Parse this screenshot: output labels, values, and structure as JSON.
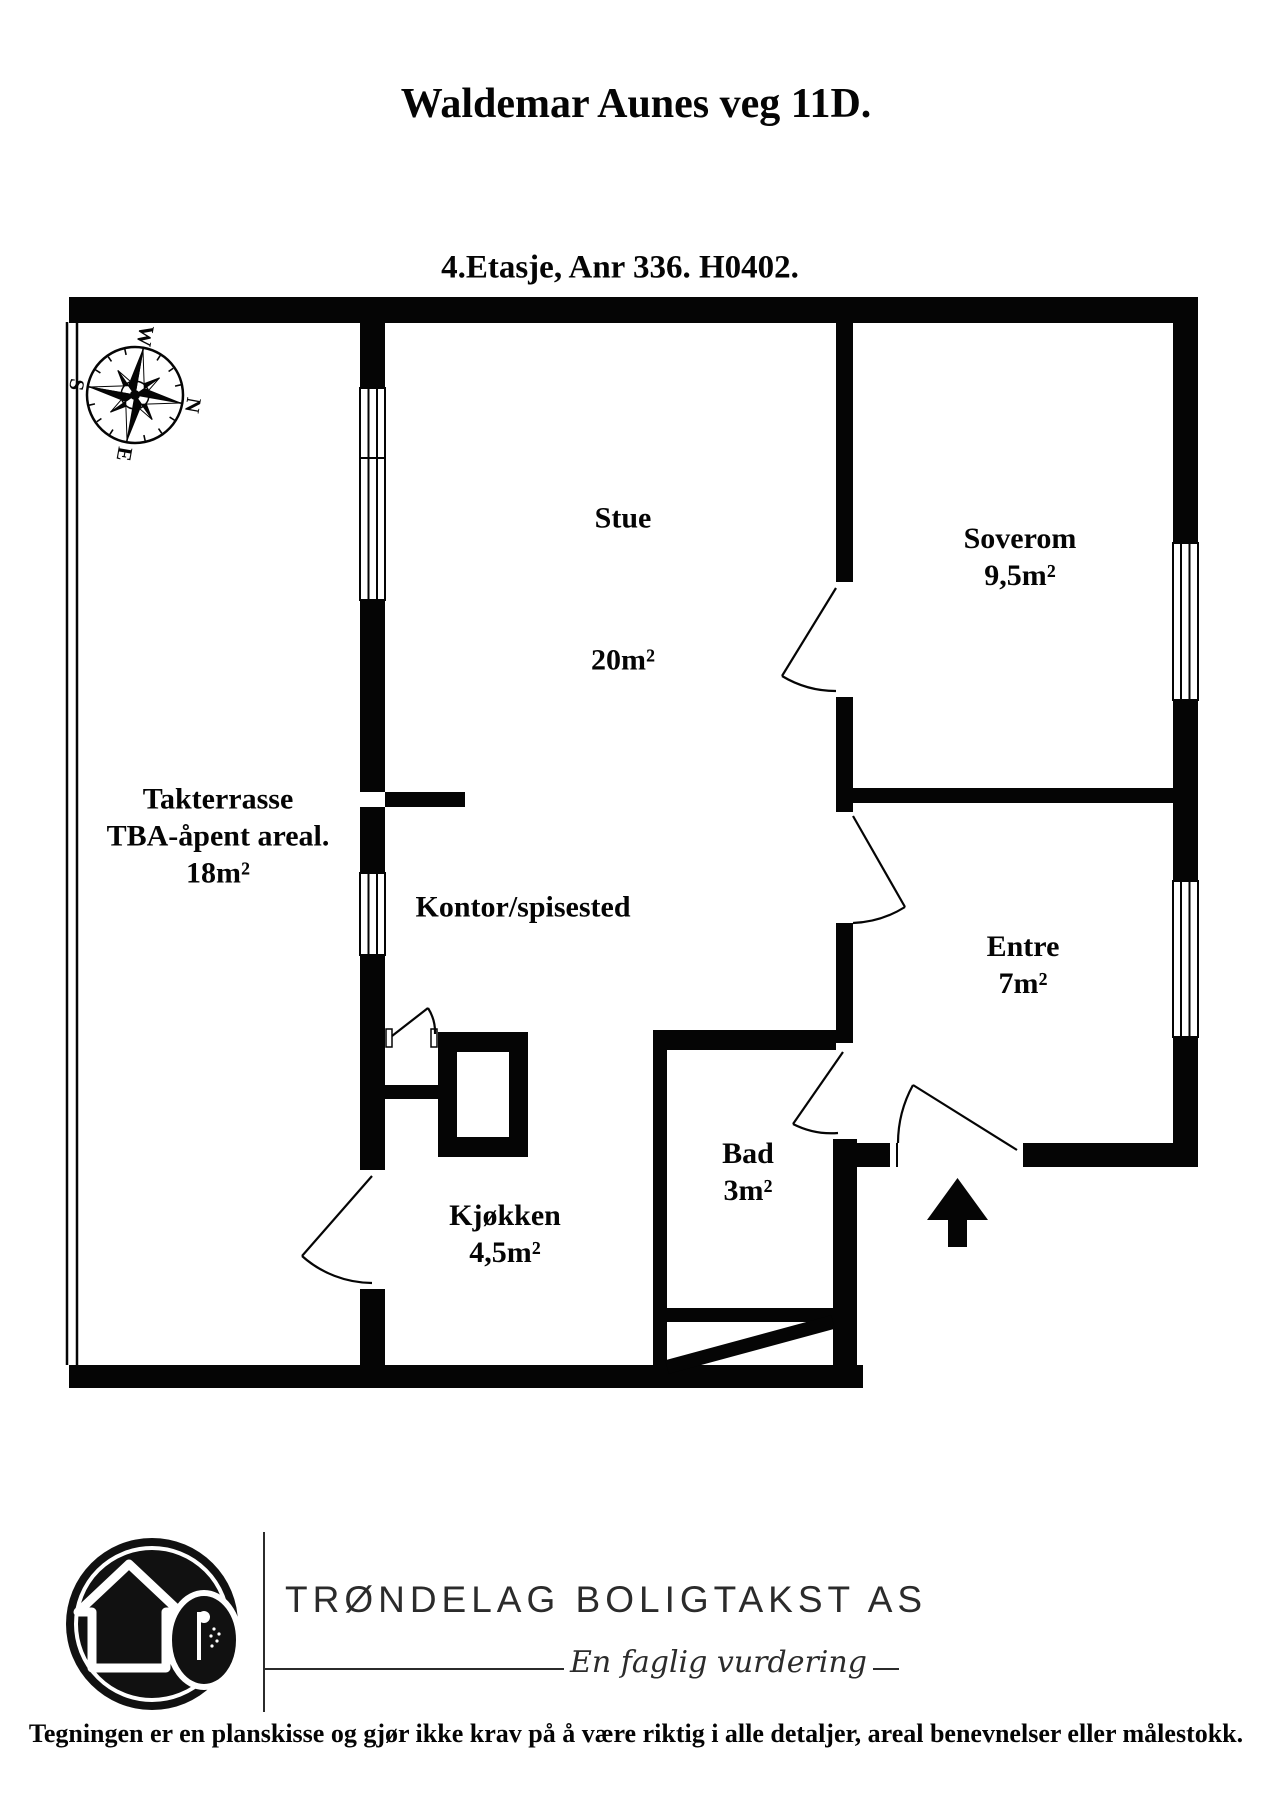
{
  "header": {
    "title": "Waldemar Aunes veg 11D.",
    "subtitle": "4.Etasje, Anr 336. H0402."
  },
  "rooms": {
    "stue": {
      "name": "Stue",
      "area": "20m²"
    },
    "soverom": {
      "name": "Soverom",
      "area": "9,5m²"
    },
    "takterrasse": {
      "name": "Takterrasse",
      "line2": "TBA-åpent areal.",
      "area": "18m²"
    },
    "kontor": {
      "name": "Kontor/spisested"
    },
    "entre": {
      "name": "Entre",
      "area": "7m²"
    },
    "bad": {
      "name": "Bad",
      "area": "3m²"
    },
    "kjokken": {
      "name": "Kjøkken",
      "area": "4,5m²"
    }
  },
  "compass": {
    "n": "N",
    "e": "E",
    "s": "S",
    "w": "W"
  },
  "footer": {
    "company": "TRØNDELAG BOLIGTAKST AS",
    "tagline": "En faglig vurdering",
    "disclaimer": "Tegningen er en planskisse og gjør ikke krav på å være riktig i alle detaljer, areal benevnelser eller målestokk."
  },
  "colors": {
    "ink": "#050505",
    "paper": "#ffffff",
    "logo": "#111111"
  }
}
